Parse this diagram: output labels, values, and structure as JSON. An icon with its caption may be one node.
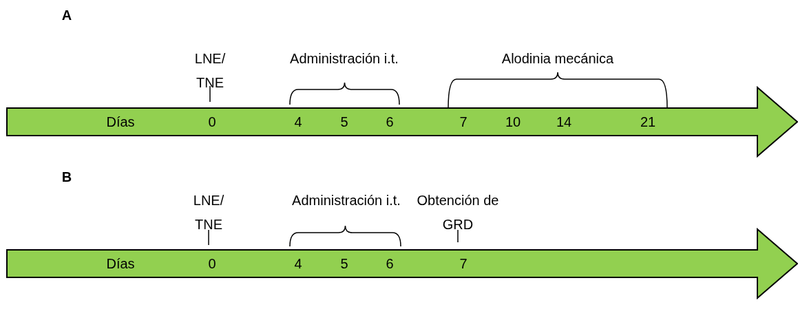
{
  "diagram": {
    "nodes": [
      {
        "text": [
          "Días",
          "0",
          "4",
          "5",
          "6",
          "7",
          "10",
          "14",
          "21"
        ]
      },
      {
        "text": [
          "Días",
          "0",
          "4",
          "5",
          "6",
          "7"
        ]
      }
    ],
    "edges": [],
    "labels": [
      "A",
      "LNE/ TNE",
      "Administración i.t.",
      "Alodinia mecánica",
      "B",
      "LNE/ TNE",
      "Administración i.t.",
      "Obtención de GRD"
    ]
  }
}
